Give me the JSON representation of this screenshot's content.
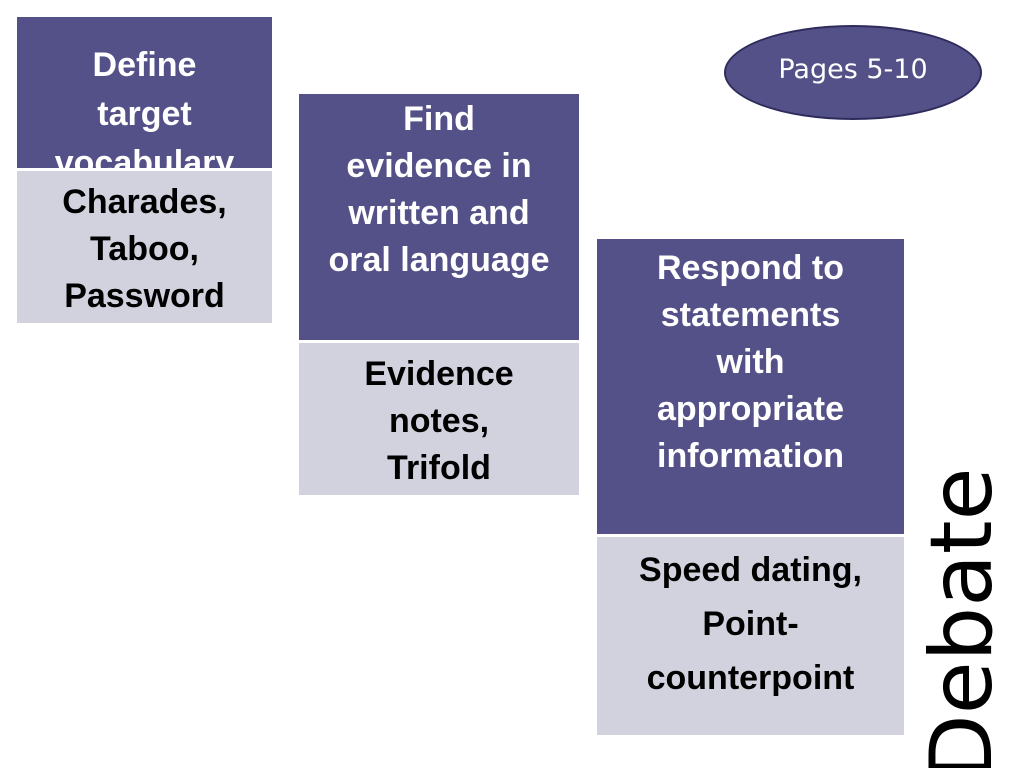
{
  "steps": [
    {
      "title_lines": [
        "Define",
        "target",
        "vocabulary"
      ],
      "activity_lines": [
        "Charades,",
        "Taboo,",
        "Password"
      ]
    },
    {
      "title_lines": [
        "Find",
        "evidence in",
        "written and",
        "oral language"
      ],
      "activity_lines": [
        "Evidence",
        "notes,",
        "Trifold"
      ]
    },
    {
      "title_lines": [
        "Respond to",
        "statements",
        "with",
        "appropriate",
        "information"
      ],
      "activity_lines": [
        "Speed dating,",
        "Point-",
        "counterpoint"
      ]
    }
  ],
  "pages_label": "Pages 5-10",
  "final_label": "Debate",
  "colors": {
    "header_fill": "#545188",
    "activity_fill": "#d2d2de",
    "header_text": "#ffffff",
    "activity_text": "#000000"
  }
}
